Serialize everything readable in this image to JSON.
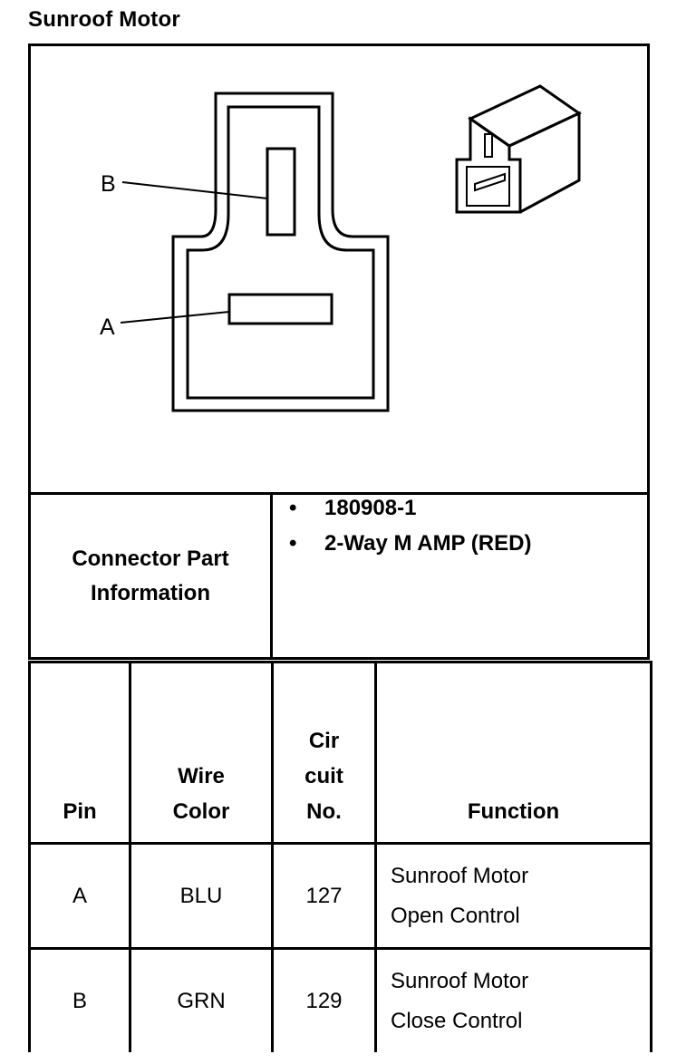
{
  "page": {
    "title": "Sunroof Motor"
  },
  "diagram": {
    "pin_b_label": "B",
    "pin_a_label": "A"
  },
  "connector_part": {
    "label_line1": "Connector Part",
    "label_line2": "Information",
    "items": [
      "180908-1",
      "2-Way M AMP (RED)"
    ]
  },
  "pin_table": {
    "headers": {
      "pin": "Pin",
      "wire_color_line1": "Wire",
      "wire_color_line2": "Color",
      "circuit_line1": "Cir",
      "circuit_line2": "cuit",
      "circuit_line3": "No.",
      "function": "Function"
    },
    "rows": [
      {
        "pin": "A",
        "wire_color": "BLU",
        "circuit": "127",
        "function_line1": "Sunroof Motor",
        "function_line2": "Open Control"
      },
      {
        "pin": "B",
        "wire_color": "GRN",
        "circuit": "129",
        "function_line1": "Sunroof Motor",
        "function_line2": "Close Control"
      }
    ]
  }
}
